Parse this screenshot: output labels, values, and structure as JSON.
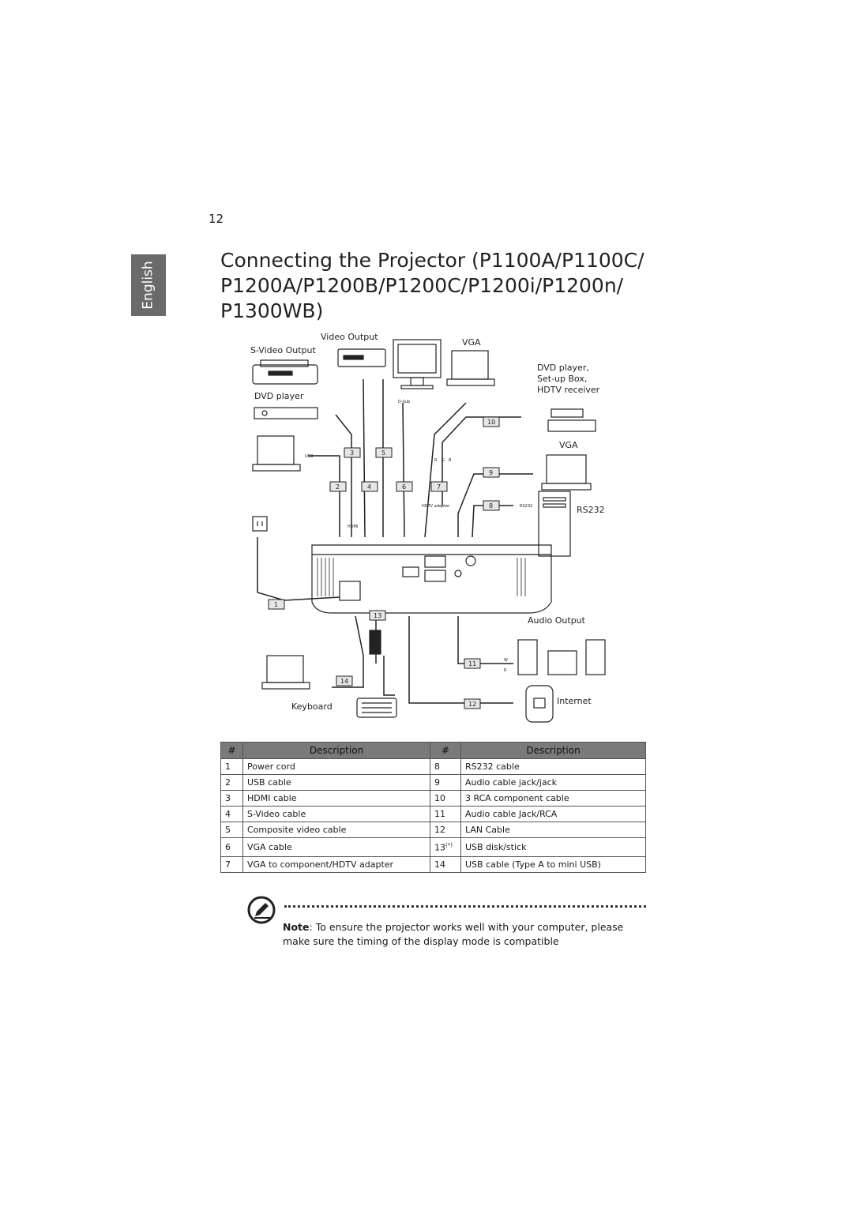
{
  "page_number": "12",
  "language_tab": "English",
  "title": "Connecting the Projector (P1100A/P1100C/ P1200A/P1200B/P1200C/P1200i/P1200n/ P1300WB)",
  "diagram": {
    "labels": {
      "video_output": "Video Output",
      "s_video_output": "S-Video Output",
      "vga_top": "VGA",
      "dvd_player_settop": "DVD player,",
      "setup_box": "Set-up Box,",
      "hdtv_receiver": "HDTV receiver",
      "dvd_player": "DVD player",
      "vga_right": "VGA",
      "rs232": "RS232",
      "audio_output": "Audio Output",
      "keyboard": "Keyboard",
      "internet": "Internet"
    },
    "connector_labels": {
      "usb": "USB",
      "hdmi": "HDMI",
      "dsub": "D-Sub",
      "rs232_port": "RS232",
      "hdtv_adapter": "HDTV adapter",
      "r": "R",
      "g": "G",
      "b": "B",
      "w": "W",
      "red": "R"
    },
    "callouts": [
      "1",
      "2",
      "3",
      "4",
      "5",
      "6",
      "7",
      "8",
      "9",
      "10",
      "11",
      "12",
      "13",
      "14"
    ]
  },
  "table": {
    "headers": [
      "#",
      "Description",
      "#",
      "Description"
    ],
    "rows": [
      {
        "n1": "1",
        "d1": "Power cord",
        "n2": "8",
        "d2": "RS232 cable"
      },
      {
        "n1": "2",
        "d1": "USB cable",
        "n2": "9",
        "d2": "Audio cable jack/jack"
      },
      {
        "n1": "3",
        "d1": "HDMI cable",
        "n2": "10",
        "d2": "3 RCA component cable"
      },
      {
        "n1": "4",
        "d1": "S-Video cable",
        "n2": "11",
        "d2": "Audio cable Jack/RCA"
      },
      {
        "n1": "5",
        "d1": "Composite video cable",
        "n2": "12",
        "d2": "LAN Cable"
      },
      {
        "n1": "6",
        "d1": "VGA cable",
        "n2": "13",
        "n2_sup": "(*)",
        "d2": "USB disk/stick"
      },
      {
        "n1": "7",
        "d1": "VGA to component/HDTV adapter",
        "n2": "14",
        "d2": "USB cable (Type A to mini USB)"
      }
    ]
  },
  "note": {
    "label": "Note",
    "text": ": To ensure the projector works well with your computer, please make sure the timing of the display mode is compatible"
  },
  "icons": [
    "note-pen-icon"
  ]
}
